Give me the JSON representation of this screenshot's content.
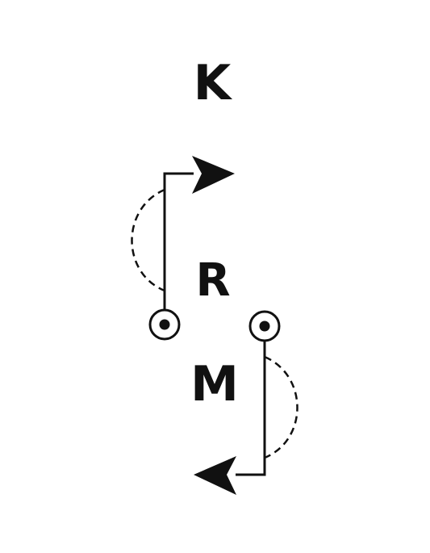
{
  "diagram": {
    "labels": {
      "top": "K",
      "middle": "R",
      "bottom": "M"
    },
    "colors": {
      "ink": "#111111",
      "background": "#ffffff"
    },
    "icons": {
      "upper_arrow": "right-arrowhead-icon",
      "lower_arrow": "left-arrowhead-icon",
      "upper_node": "dot-in-circle-icon",
      "lower_node": "dot-in-circle-icon"
    }
  }
}
